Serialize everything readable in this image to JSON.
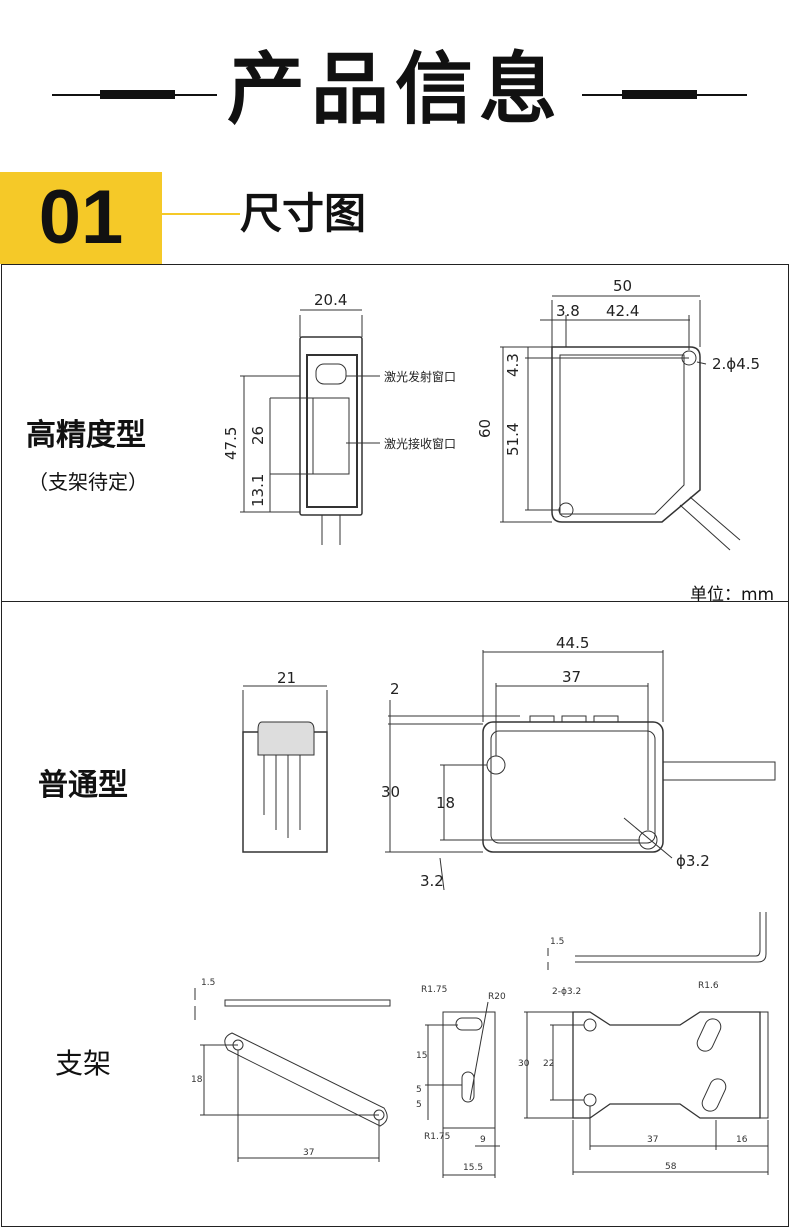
{
  "header": {
    "title": "产品信息"
  },
  "section": {
    "number": "01",
    "title": "尺寸图"
  },
  "panel1": {
    "type_label": "高精度型",
    "type_note": "（支架待定）",
    "unit": "单位：mm",
    "front": {
      "width": "20.4",
      "height": "47.5",
      "window_h": "26",
      "bottom": "13.1",
      "emit_label": "激光发射窗口",
      "recv_label": "激光接收窗口"
    },
    "side": {
      "width": "50",
      "left_offset": "3.8",
      "hole_span": "42.4",
      "height": "60",
      "top_offset": "4.3",
      "v_span": "51.4",
      "hole": "2.ϕ4.5"
    }
  },
  "panel2": {
    "type_label": "普通型",
    "bracket_label": "支架",
    "front": {
      "width": "21"
    },
    "side": {
      "width": "44.5",
      "span": "37",
      "top": "2",
      "height": "30",
      "v_span": "18",
      "bottom": "3.2",
      "hole": "ϕ3.2"
    },
    "bracket1": {
      "thick": "1.5",
      "h": "18",
      "len": "37"
    },
    "bracket2": {
      "r1": "R1.75",
      "r2": "R20",
      "d1": "15",
      "d2": "5",
      "d3": "5",
      "r3": "R1.75",
      "w1": "9",
      "w2": "15.5"
    },
    "bracket3": {
      "thick": "1.5",
      "holes": "2-ϕ3.2",
      "r": "R1.6",
      "h1": "30",
      "h2": "22",
      "w1": "37",
      "w2": "16",
      "w3": "58"
    }
  }
}
